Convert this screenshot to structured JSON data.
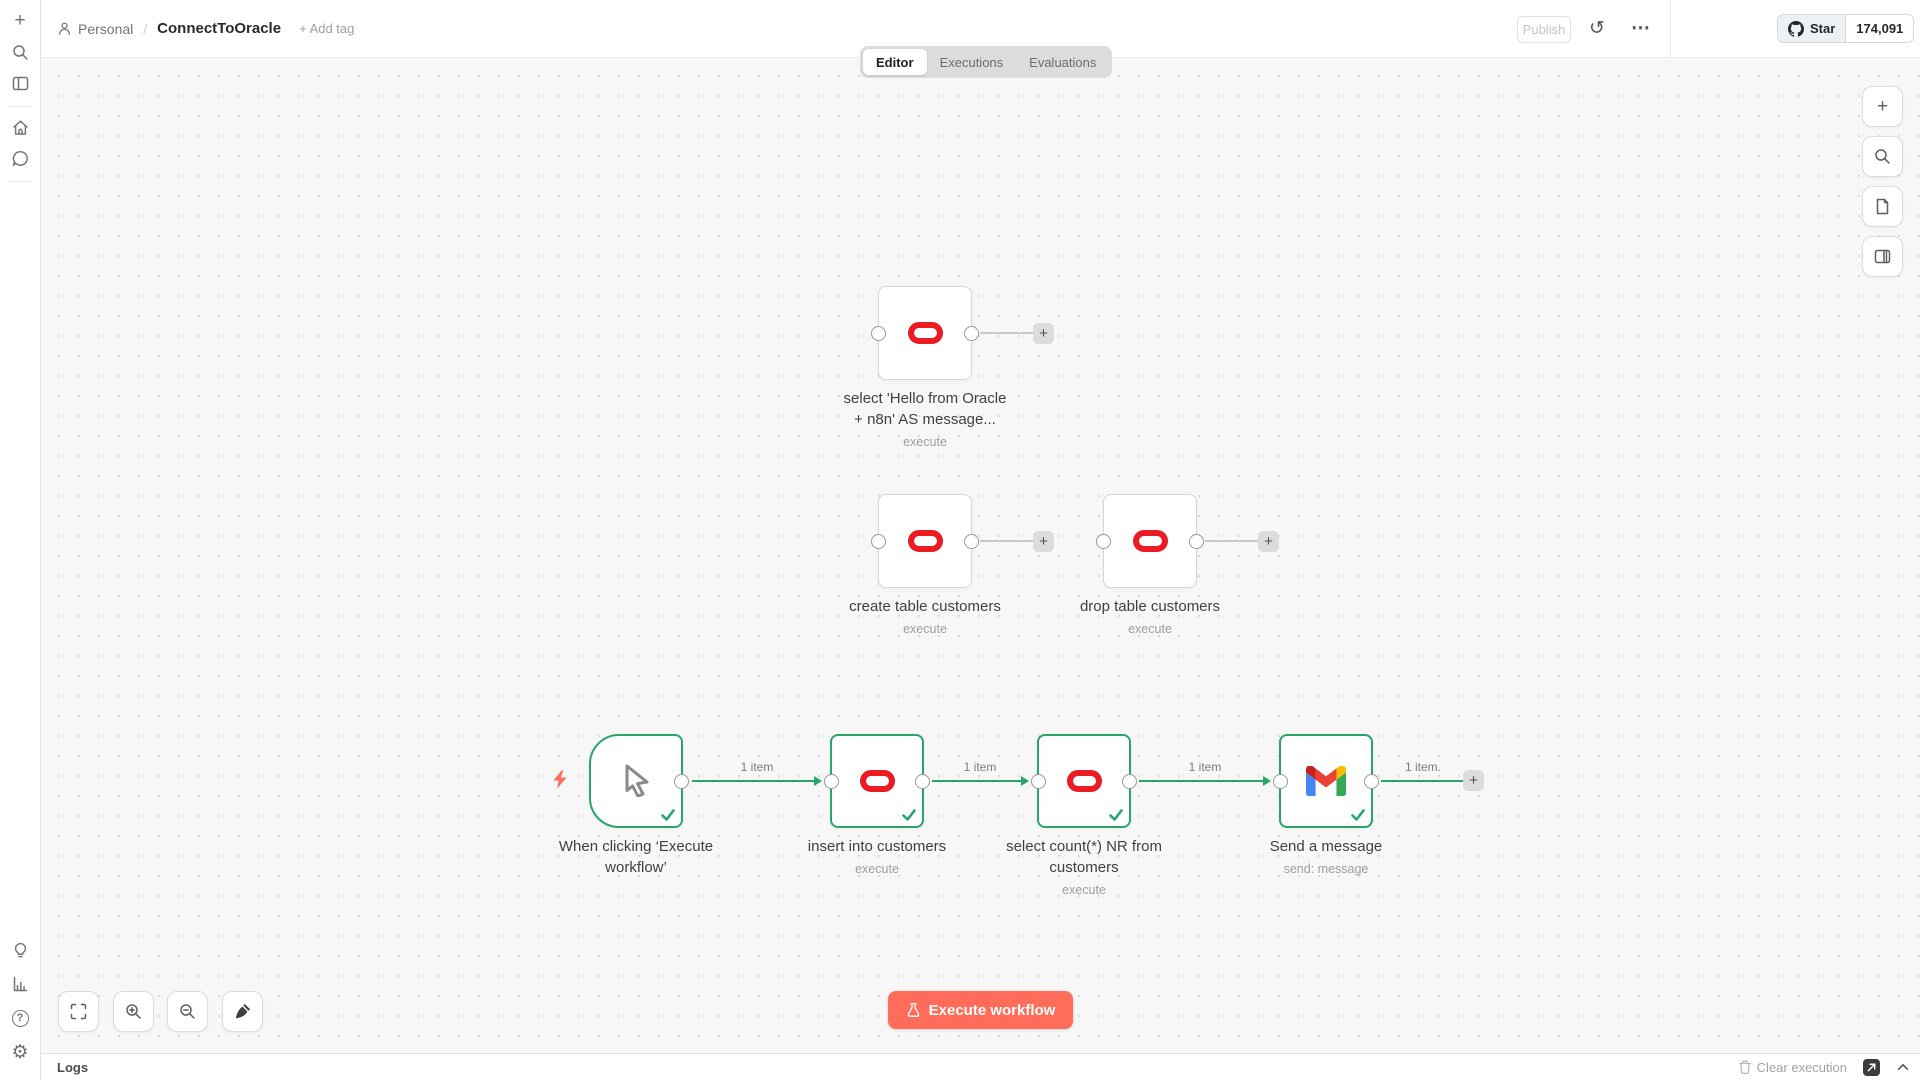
{
  "colors": {
    "accent": "#ff6d5a",
    "success": "#29a568",
    "oracle_red": "#ea1b22",
    "canvas_bg": "#f7f7f7"
  },
  "header": {
    "breadcrumb": {
      "project": "Personal",
      "separator": "/",
      "workflow": "ConnectToOracle",
      "add_tag": "+ Add tag"
    },
    "tabs": {
      "editor": "Editor",
      "executions": "Executions",
      "evaluations": "Evaluations"
    },
    "publish_label": "Publish",
    "github_star": {
      "label": "Star",
      "count": "174,091"
    }
  },
  "canvas": {
    "nodes": {
      "select_hello": {
        "title1": "select 'Hello from Oracle",
        "title2": "+ n8n' AS message...",
        "subtitle": "execute"
      },
      "create_table": {
        "title1": "create table customers",
        "subtitle": "execute"
      },
      "drop_table": {
        "title1": "drop table customers",
        "subtitle": "execute"
      },
      "manual_trigger": {
        "title1": "When clicking ‘Execute",
        "title2": "workflow’"
      },
      "insert_into": {
        "title1": "insert into customers",
        "subtitle": "execute"
      },
      "select_count": {
        "title1": "select count(*) NR from",
        "title2": "customers",
        "subtitle": "execute"
      },
      "gmail": {
        "title1": "Send a message",
        "subtitle": "send: message"
      }
    },
    "connections": {
      "trigger_to_insert": "1 item",
      "insert_to_select": "1 item",
      "select_to_gmail": "1 item",
      "gmail_to_plus": "1 item."
    },
    "execute_button": "Execute workflow"
  },
  "logs_bar": {
    "title": "Logs",
    "clear_label": "Clear execution"
  },
  "icons": {
    "plus": "+",
    "history": "↺",
    "more": "⋯",
    "gear": "⚙",
    "help": "?"
  }
}
